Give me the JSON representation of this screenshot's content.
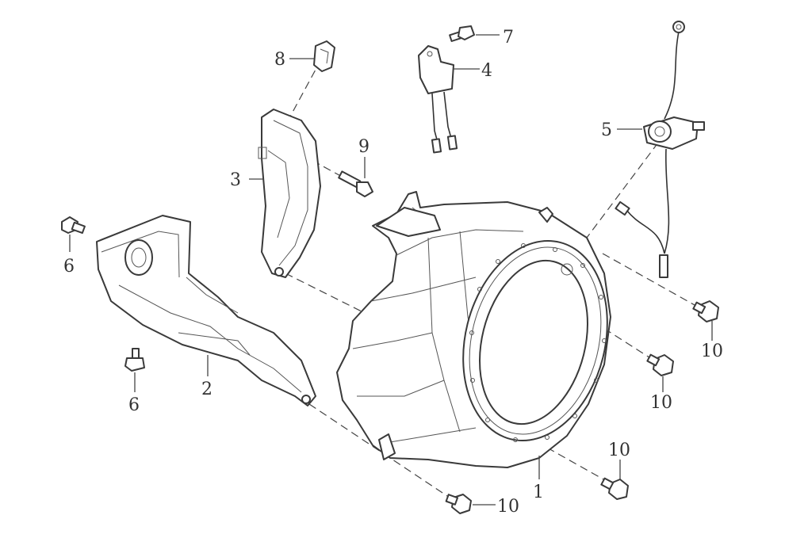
{
  "callouts": [
    {
      "id": "c1",
      "text": "1"
    },
    {
      "id": "c2",
      "text": "2"
    },
    {
      "id": "c3",
      "text": "3"
    },
    {
      "id": "c4",
      "text": "4"
    },
    {
      "id": "c5",
      "text": "5"
    },
    {
      "id": "c6a",
      "text": "6"
    },
    {
      "id": "c6b",
      "text": "6"
    },
    {
      "id": "c7",
      "text": "7"
    },
    {
      "id": "c8",
      "text": "8"
    },
    {
      "id": "c9",
      "text": "9"
    },
    {
      "id": "c10a",
      "text": "10"
    },
    {
      "id": "c10b",
      "text": "10"
    },
    {
      "id": "c10c",
      "text": "10"
    },
    {
      "id": "c10d",
      "text": "10"
    }
  ]
}
